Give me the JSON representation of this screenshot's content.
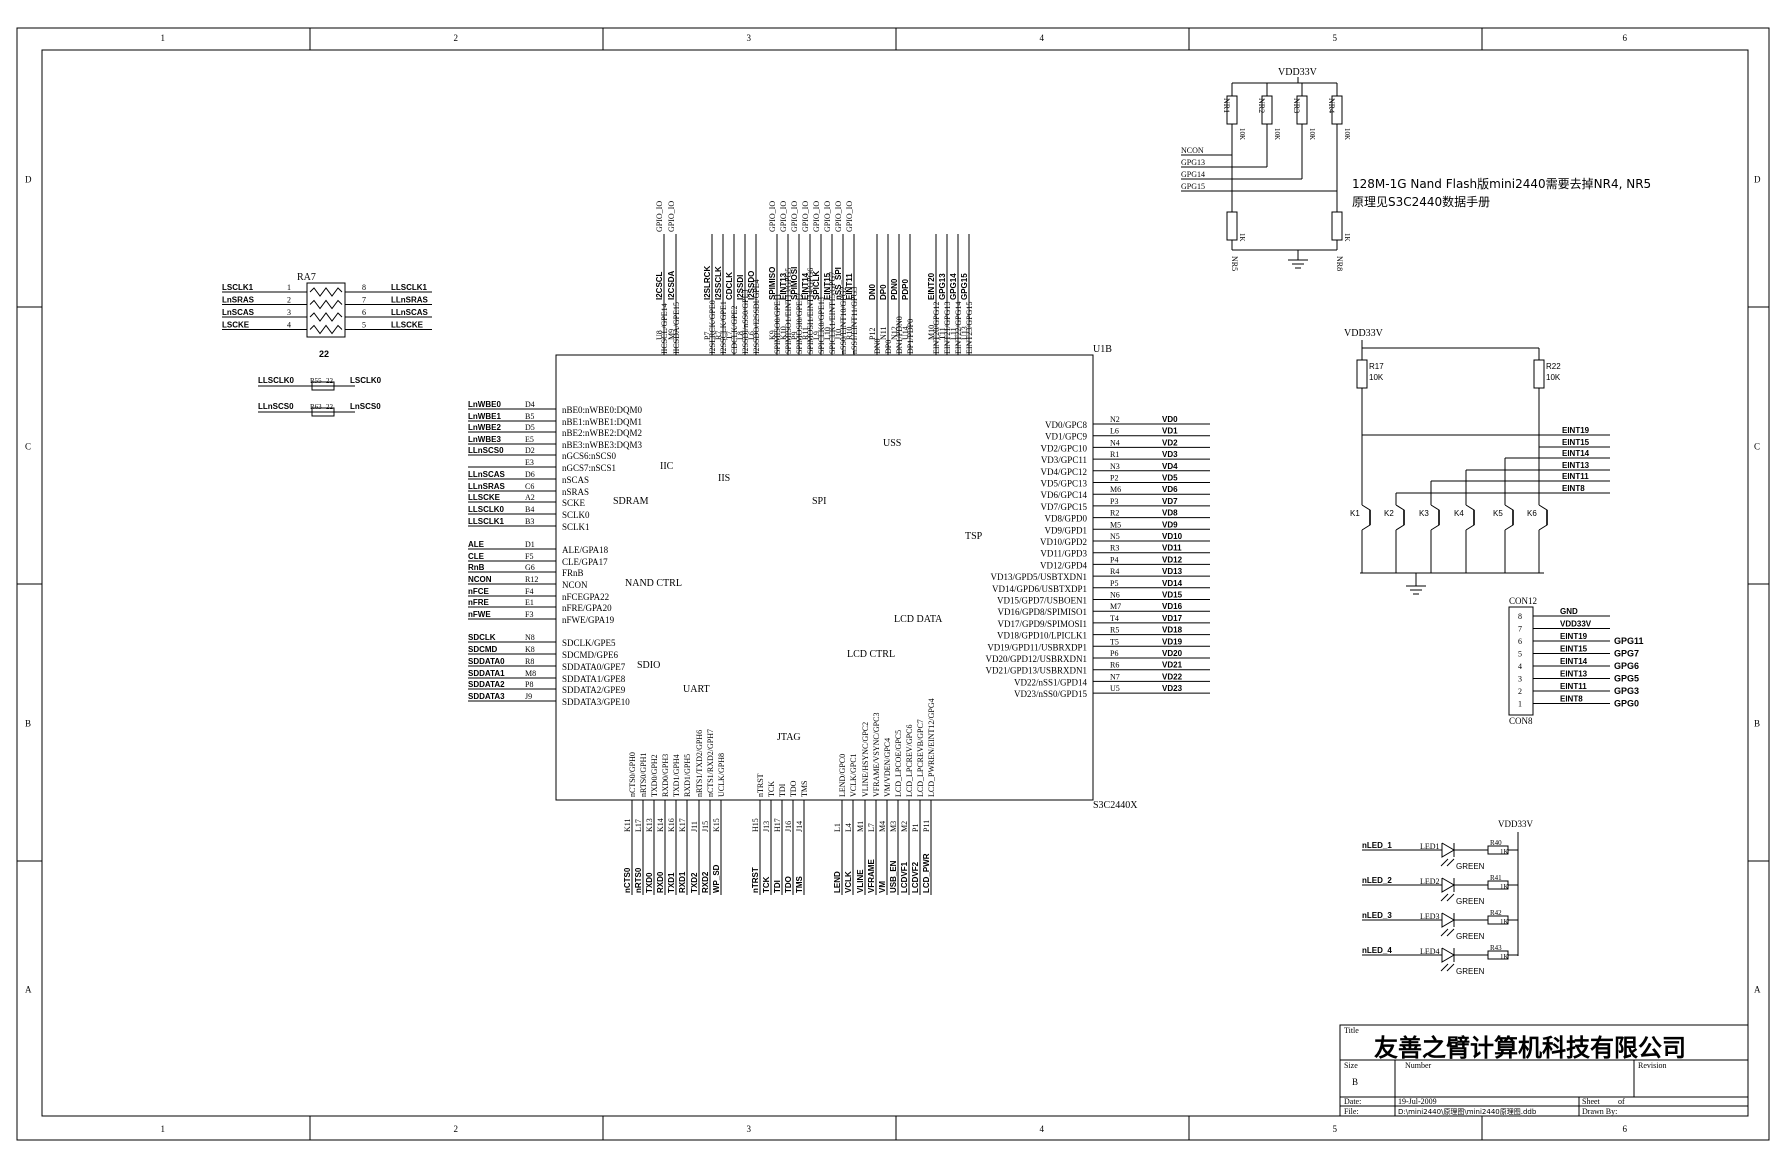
{
  "frame": {
    "cols": [
      "1",
      "2",
      "3",
      "4",
      "5",
      "6"
    ],
    "rows": [
      "D",
      "C",
      "B",
      "A"
    ]
  },
  "top_pins": [
    {
      "num": "U8",
      "pin": "IICSCL/GPE14",
      "net": "I2CSCL",
      "gpio": "GPIO_IO"
    },
    {
      "num": "M9",
      "pin": "IICSDA/GPE15",
      "net": "I2CSDA",
      "gpio": "GPIO_IO"
    },
    {
      "num": "P7",
      "pin": "I2SLRCK/GPE0",
      "net": "I2SLRCK",
      "gpio": ""
    },
    {
      "num": "R7",
      "pin": "I2SSCLK/GPE1",
      "net": "I2SSCLK",
      "gpio": ""
    },
    {
      "num": "T7",
      "pin": "CDCLK/GPE2",
      "net": "CDCLK",
      "gpio": ""
    },
    {
      "num": "L8",
      "pin": "I2SSDI/nSS0/GPE3",
      "net": "I2SSDI",
      "gpio": ""
    },
    {
      "num": "L6",
      "pin": "I2SSDO/I2SSDI/GPE4",
      "net": "I2SSDO",
      "gpio": ""
    },
    {
      "num": "K9",
      "pin": "SPIMISO0/GPE11",
      "net": "SPIMISO",
      "gpio": "GPIO_IO"
    },
    {
      "num": "K10",
      "pin": "SPIMISO1/EINT13/GPG5",
      "net": "EINT13",
      "gpio": "GPIO_IO"
    },
    {
      "num": "P9",
      "pin": "SPIMOSI0/GPE12",
      "net": "SPIMOSI",
      "gpio": "GPIO_IO"
    },
    {
      "num": "R11",
      "pin": "SPIMOSI1/EINT14/GPG6",
      "net": "EINT14",
      "gpio": "GPIO_IO"
    },
    {
      "num": "L9",
      "pin": "SPICLK0/GPE13",
      "net": "SPICLK",
      "gpio": "GPIO_IO"
    },
    {
      "num": "L10",
      "pin": "SPICLK1/EINT15/GPG7",
      "net": "EINT15",
      "gpio": "GPIO_IO"
    },
    {
      "num": "J10",
      "pin": "nSS0/EINT10/GPG2",
      "net": "nSS_SPI",
      "gpio": "GPIO_IO"
    },
    {
      "num": "R10",
      "pin": "nSS1/EINT11/GPG3",
      "net": "EINT11",
      "gpio": "GPIO_IO"
    },
    {
      "num": "P12",
      "pin": "DN0",
      "net": "DN0",
      "gpio": ""
    },
    {
      "num": "N11",
      "pin": "DP0",
      "net": "DP0",
      "gpio": ""
    },
    {
      "num": "N12",
      "pin": "DN1/PDN0",
      "net": "PDN0",
      "gpio": ""
    },
    {
      "num": "U14",
      "pin": "DP1/PDP0",
      "net": "PDP0",
      "gpio": ""
    },
    {
      "num": "M10",
      "pin": "EINT20/GPG12",
      "net": "EINT20",
      "gpio": ""
    },
    {
      "num": "T11",
      "pin": "EINT21/GPG13",
      "net": "GPG13",
      "gpio": ""
    },
    {
      "num": "L11",
      "pin": "EINT22/GPG14",
      "net": "GPG14",
      "gpio": ""
    },
    {
      "num": "U13",
      "pin": "EINT23/GPG15",
      "net": "GPG15",
      "gpio": ""
    }
  ],
  "left_pins": [
    {
      "net": "LnWBE0",
      "num": "D4",
      "pin": "nBE0:nWBE0:DQM0"
    },
    {
      "net": "LnWBE1",
      "num": "B5",
      "pin": "nBE1:nWBE1:DQM1"
    },
    {
      "net": "LnWBE2",
      "num": "D5",
      "pin": "nBE2:nWBE2:DQM2"
    },
    {
      "net": "LnWBE3",
      "num": "E5",
      "pin": "nBE3:nWBE3:DQM3"
    },
    {
      "net": "LLnSCS0",
      "num": "D2",
      "pin": "nGCS6:nSCS0"
    },
    {
      "net": "",
      "num": "E3",
      "pin": "nGCS7:nSCS1"
    },
    {
      "net": "LLnSCAS",
      "num": "D6",
      "pin": "nSCAS"
    },
    {
      "net": "LLnSRAS",
      "num": "C6",
      "pin": "nSRAS"
    },
    {
      "net": "LLSCKE",
      "num": "A2",
      "pin": "SCKE"
    },
    {
      "net": "LLSCLK0",
      "num": "B4",
      "pin": "SCLK0"
    },
    {
      "net": "LLSCLK1",
      "num": "B3",
      "pin": "SCLK1"
    },
    {
      "net": "ALE",
      "num": "D1",
      "pin": "ALE/GPA18"
    },
    {
      "net": "CLE",
      "num": "F5",
      "pin": "CLE/GPA17"
    },
    {
      "net": "RnB",
      "num": "G6",
      "pin": "FRnB"
    },
    {
      "net": "NCON",
      "num": "R12",
      "pin": "NCON"
    },
    {
      "net": "nFCE",
      "num": "F4",
      "pin": "nFCEGPA22"
    },
    {
      "net": "nFRE",
      "num": "E1",
      "pin": "nFRE/GPA20"
    },
    {
      "net": "nFWE",
      "num": "F3",
      "pin": "nFWE/GPA19"
    },
    {
      "net": "SDCLK",
      "num": "N8",
      "pin": "SDCLK/GPE5"
    },
    {
      "net": "SDCMD",
      "num": "K8",
      "pin": "SDCMD/GPE6"
    },
    {
      "net": "SDDATA0",
      "num": "R8",
      "pin": "SDDATA0/GPE7"
    },
    {
      "net": "SDDATA1",
      "num": "M8",
      "pin": "SDDATA1/GPE8"
    },
    {
      "net": "SDDATA2",
      "num": "P8",
      "pin": "SDDATA2/GPE9"
    },
    {
      "net": "SDDATA3",
      "num": "J9",
      "pin": "SDDATA3/GPE10"
    }
  ],
  "right_pins": [
    {
      "pin": "VD0/GPC8",
      "num": "N2",
      "net": "VD0"
    },
    {
      "pin": "VD1/GPC9",
      "num": "L6",
      "net": "VD1"
    },
    {
      "pin": "VD2/GPC10",
      "num": "N4",
      "net": "VD2"
    },
    {
      "pin": "VD3/GPC11",
      "num": "R1",
      "net": "VD3"
    },
    {
      "pin": "VD4/GPC12",
      "num": "N3",
      "net": "VD4"
    },
    {
      "pin": "VD5/GPC13",
      "num": "P2",
      "net": "VD5"
    },
    {
      "pin": "VD6/GPC14",
      "num": "M6",
      "net": "VD6"
    },
    {
      "pin": "VD7/GPC15",
      "num": "P3",
      "net": "VD7"
    },
    {
      "pin": "VD8/GPD0",
      "num": "R2",
      "net": "VD8"
    },
    {
      "pin": "VD9/GPD1",
      "num": "M5",
      "net": "VD9"
    },
    {
      "pin": "VD10/GPD2",
      "num": "N5",
      "net": "VD10"
    },
    {
      "pin": "VD11/GPD3",
      "num": "R3",
      "net": "VD11"
    },
    {
      "pin": "VD12/GPD4",
      "num": "P4",
      "net": "VD12"
    },
    {
      "pin": "VD13/GPD5/USBTXDN1",
      "num": "R4",
      "net": "VD13"
    },
    {
      "pin": "VD14/GPD6/USBTXDP1",
      "num": "P5",
      "net": "VD14"
    },
    {
      "pin": "VD15/GPD7/USBOEN1",
      "num": "N6",
      "net": "VD15"
    },
    {
      "pin": "VD16/GPD8/SPIMISO1",
      "num": "M7",
      "net": "VD16"
    },
    {
      "pin": "VD17/GPD9/SPIMOSI1",
      "num": "T4",
      "net": "VD17"
    },
    {
      "pin": "VD18/GPD10/LPICLK1",
      "num": "R5",
      "net": "VD18"
    },
    {
      "pin": "VD19/GPD11/USBRXDP1",
      "num": "T5",
      "net": "VD19"
    },
    {
      "pin": "VD20/GPD12/USBRXDN1",
      "num": "P6",
      "net": "VD20"
    },
    {
      "pin": "VD21/GPD13/USBRXDN1",
      "num": "R6",
      "net": "VD21"
    },
    {
      "pin": "VD22/nSS1/GPD14",
      "num": "N7",
      "net": "VD22"
    },
    {
      "pin": "VD23/nSS0/GPD15",
      "num": "U5",
      "net": "VD23"
    }
  ],
  "bottom_pins": [
    {
      "pin": "nCTS0/GPH0",
      "num": "K11",
      "net": "nCTS0"
    },
    {
      "pin": "nRTS0/GPH1",
      "num": "L17",
      "net": "nRTS0"
    },
    {
      "pin": "TXD0/GPH2",
      "num": "K13",
      "net": "TXD0"
    },
    {
      "pin": "RXD0/GPH3",
      "num": "K14",
      "net": "RXD0"
    },
    {
      "pin": "TXD1/GPH4",
      "num": "K16",
      "net": "TXD1"
    },
    {
      "pin": "RXD1/GPH5",
      "num": "K17",
      "net": "RXD1"
    },
    {
      "pin": "nRTS1/TXD2/GPH6",
      "num": "J11",
      "net": "TXD2"
    },
    {
      "pin": "nCTS1/RXD2/GPH7",
      "num": "J15",
      "net": "RXD2"
    },
    {
      "pin": "UCLK/GPH8",
      "num": "K15",
      "net": "WP_SD"
    },
    {
      "pin": "nTRST",
      "num": "H15",
      "net": "nTRST"
    },
    {
      "pin": "TCK",
      "num": "J13",
      "net": "TCK"
    },
    {
      "pin": "TDI",
      "num": "H17",
      "net": "TDI"
    },
    {
      "pin": "TDO",
      "num": "J16",
      "net": "TDO"
    },
    {
      "pin": "TMS",
      "num": "J14",
      "net": "TMS"
    },
    {
      "pin": "LEND/GPC0",
      "num": "L1",
      "net": "LEND"
    },
    {
      "pin": "VCLK/GPC1",
      "num": "L4",
      "net": "VCLK"
    },
    {
      "pin": "VLINE/HSYNC/GPC2",
      "num": "M1",
      "net": "VLINE"
    },
    {
      "pin": "VFRAME/VSYNC/GPC3",
      "num": "L7",
      "net": "VFRAME"
    },
    {
      "pin": "VM/VDEN/GPC4",
      "num": "M4",
      "net": "VM"
    },
    {
      "pin": "LCD_LPCOE/GPC5",
      "num": "M3",
      "net": "USB_EN"
    },
    {
      "pin": "LCD_LPCREV/GPC6",
      "num": "M2",
      "net": "LCDVF1"
    },
    {
      "pin": "LCD_LPCREVB/GPC7",
      "num": "P1",
      "net": "LCDVF2"
    },
    {
      "pin": "LCD_PWREN/EINT12/GPG4",
      "num": "P11",
      "net": "LCD_PWR"
    }
  ],
  "groups": {
    "iic": "IIC",
    "iis": "IIS",
    "sdram": "SDRAM",
    "spi": "SPI",
    "uss": "USS",
    "tsp": "TSP",
    "nand": "NAND CTRL",
    "lcd_data": "LCD DATA",
    "lcd_ctrl": "LCD CTRL",
    "sdio": "SDIO",
    "uart": "UART",
    "jtag": "JTAG"
  },
  "chip": {
    "ref": "U1B",
    "part": "S3C2440X"
  },
  "ra7": {
    "ref": "RA7",
    "value": "22",
    "left": [
      {
        "net": "LSCLK1",
        "n": "1"
      },
      {
        "net": "LnSRAS",
        "n": "2"
      },
      {
        "net": "LnSCAS",
        "n": "3"
      },
      {
        "net": "LSCKE",
        "n": "4"
      }
    ],
    "right": [
      {
        "net": "LLSCLK1",
        "n": "8"
      },
      {
        "net": "LLnSRAS",
        "n": "7"
      },
      {
        "net": "LLnSCAS",
        "n": "6"
      },
      {
        "net": "LLSCKE",
        "n": "5"
      }
    ]
  },
  "r55": {
    "ref": "R55",
    "value": "22",
    "left": "LLSCLK0",
    "right": "LSCLK0"
  },
  "r63": {
    "ref": "R63",
    "value": "22",
    "left": "LLnSCS0",
    "right": "LnSCS0"
  },
  "nand_cfg": {
    "vcc": "VDD33V",
    "nets": [
      "NCON",
      "GPG13",
      "GPG14",
      "GPG15"
    ],
    "pullups": [
      {
        "ref": "NR1",
        "val": "10K"
      },
      {
        "ref": "NR2",
        "val": "10K"
      },
      {
        "ref": "NR3",
        "val": "10K"
      },
      {
        "ref": "NR4",
        "val": "10K"
      }
    ],
    "pulldowns": [
      {
        "ref": "NR5",
        "val": "1K"
      },
      {
        "ref": "NR8",
        "val": "1K"
      }
    ],
    "note1": "128M-1G Nand Flash版mini2440需要去掉NR4, NR5",
    "note2": "原理见S3C2440数据手册"
  },
  "keys": {
    "vcc": "VDD33V",
    "r17": {
      "ref": "R17",
      "val": "10K"
    },
    "r22": {
      "ref": "R22",
      "val": "10K"
    },
    "nets": [
      "EINT19",
      "EINT15",
      "EINT14",
      "EINT13",
      "EINT11",
      "EINT8"
    ],
    "buttons": [
      "K1",
      "K2",
      "K3",
      "K4",
      "K5",
      "K6"
    ]
  },
  "con12": {
    "ref": "CON12",
    "ref2": "CON8",
    "pins": [
      {
        "n": "8",
        "net": "GND",
        "alt": ""
      },
      {
        "n": "7",
        "net": "VDD33V",
        "alt": ""
      },
      {
        "n": "6",
        "net": "EINT19",
        "alt": "GPG11"
      },
      {
        "n": "5",
        "net": "EINT15",
        "alt": "GPG7"
      },
      {
        "n": "4",
        "net": "EINT14",
        "alt": "GPG6"
      },
      {
        "n": "3",
        "net": "EINT13",
        "alt": "GPG5"
      },
      {
        "n": "2",
        "net": "EINT11",
        "alt": "GPG3"
      },
      {
        "n": "1",
        "net": "EINT8",
        "alt": "GPG0"
      }
    ]
  },
  "leds": {
    "vcc": "VDD33V",
    "items": [
      {
        "net": "nLED_1",
        "led": "LED1",
        "r": "R40",
        "val": "1K",
        "color": "GREEN"
      },
      {
        "net": "nLED_2",
        "led": "LED2",
        "r": "R41",
        "val": "1K",
        "color": "GREEN"
      },
      {
        "net": "nLED_3",
        "led": "LED3",
        "r": "R42",
        "val": "1K",
        "color": "GREEN"
      },
      {
        "net": "nLED_4",
        "led": "LED4",
        "r": "R43",
        "val": "1K",
        "color": "GREEN"
      }
    ]
  },
  "title_block": {
    "title_label": "Title",
    "title": "友善之臂计算机科技有限公司",
    "size_label": "Size",
    "size": "B",
    "number_label": "Number",
    "revision_label": "Revision",
    "date_label": "Date:",
    "date": "19-Jul-2009",
    "sheet_label": "Sheet",
    "of_label": "of",
    "file_label": "File:",
    "file": "D:\\mini2440\\原理图\\mini2440原理图.ddb",
    "drawn_label": "Drawn By:"
  }
}
